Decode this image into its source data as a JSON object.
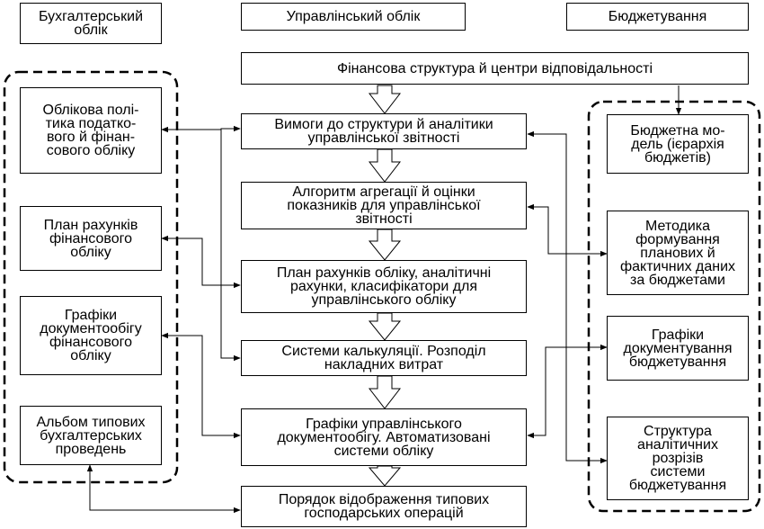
{
  "headers": {
    "accounting": "Бухгалтерський\nоблік",
    "management": "Управлінський облік",
    "budgeting": "Бюджетування"
  },
  "center": [
    "Фінансова структура й центри відповідальності",
    "Вимоги до структури й аналітики\nуправлінської звітності",
    "Алгоритм агрегації й оцінки\nпоказників для управлінської\nзвітності",
    "План рахунків обліку, аналітичні\nрахунки, класифікатори для\nуправлінського обліку",
    "Системи калькуляції. Розподіл\nнакладних витрат",
    "Графіки управлінського\nдокументообігу. Автоматизовані\nсистеми обліку",
    "Порядок відображення типових\nгосподарських операцій"
  ],
  "left": [
    "Облікова полі-\nтика податко-\nвого й фінан-\nсового обліку",
    "План рахунків\nфінансового\nобліку",
    "Графіки\nдокументообігу\nфінансового\nобліку",
    "Альбом типових\nбухгалтерських\nпроведень"
  ],
  "right": [
    "Бюджетна мо-\nдель (ієрархія\nбюджетів)",
    "Методика\nформування\nпланових й\nфактичних даних\nза бюджетами",
    "Графіки\nдокументування\nбюджетування",
    "Структура\nаналітичних\nрозрізів\nсистеми\nбюджетування"
  ]
}
